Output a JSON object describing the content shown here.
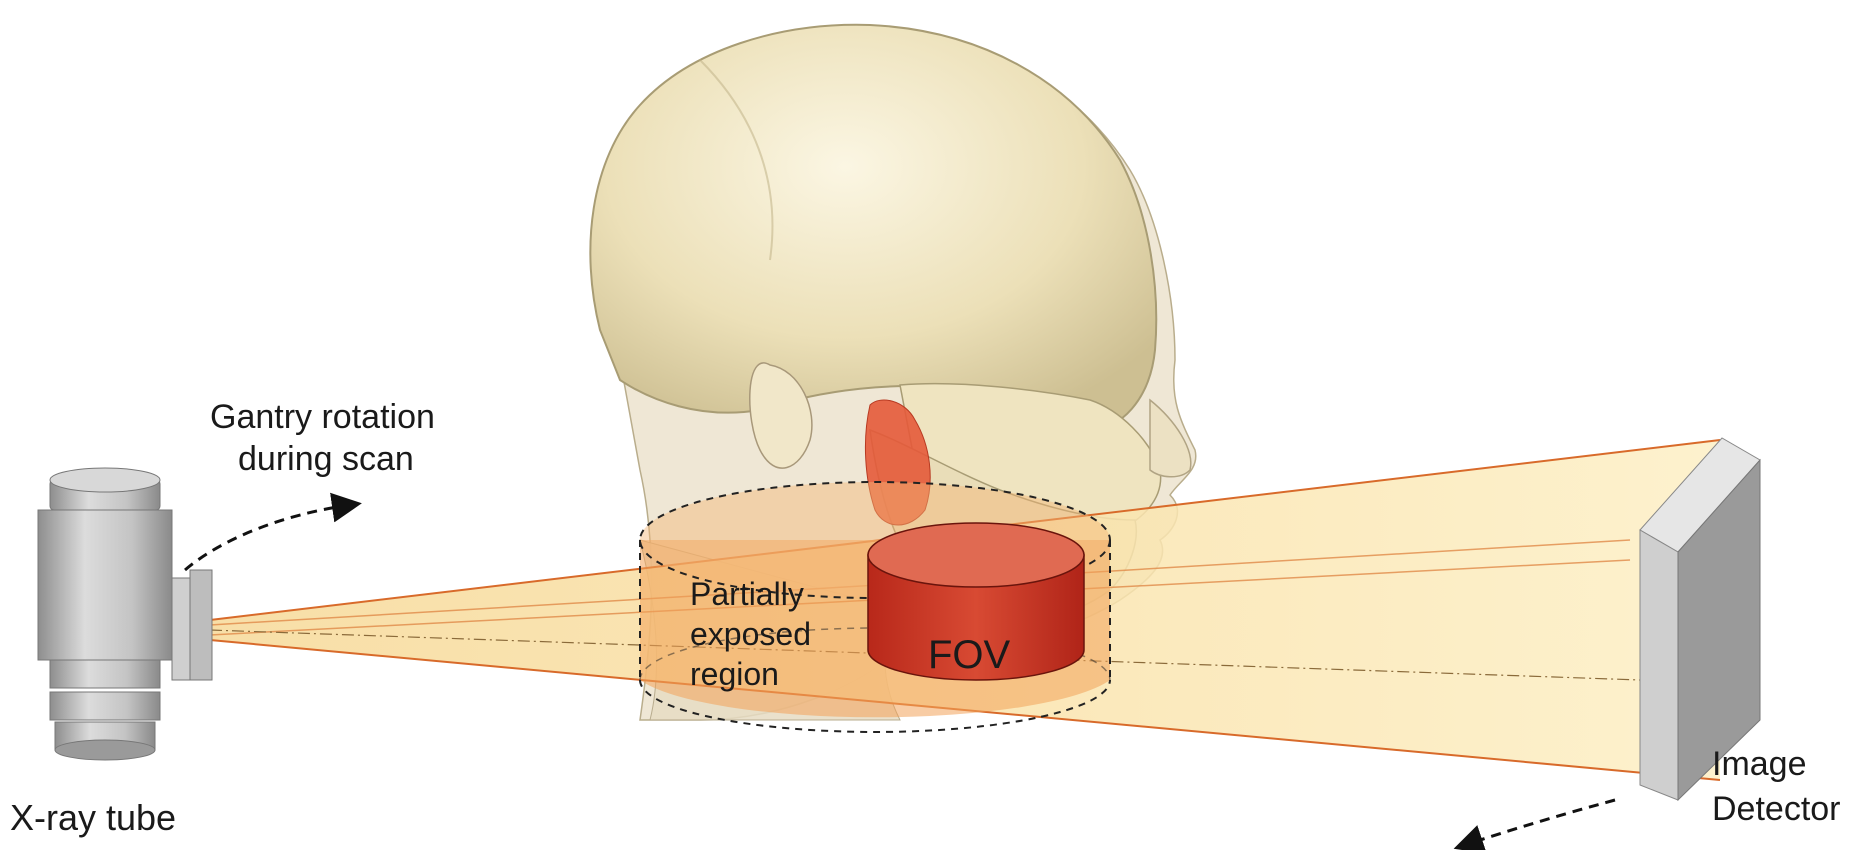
{
  "labels": {
    "gantry_line1": "Gantry rotation",
    "gantry_line2": "during scan",
    "xray_tube": "X-ray tube",
    "image_line1": "Image",
    "image_line2": "Detector",
    "partial_line1": "Partially",
    "partial_line2": "exposed",
    "partial_line3": "region",
    "fov": "FOV"
  },
  "icons": {
    "xray_tube": "xray-tube-icon",
    "detector": "image-detector-icon",
    "head": "head-skull-illustration"
  },
  "colors": {
    "beam_fill": "#fbe8b0",
    "beam_edge": "#d86a2a",
    "partial_region": "#f2a25a",
    "fov_cylinder": "#cc3322",
    "skull": "#eee3bf",
    "device_gray": "#b9b9b9",
    "dashed_lines": "#222222"
  }
}
